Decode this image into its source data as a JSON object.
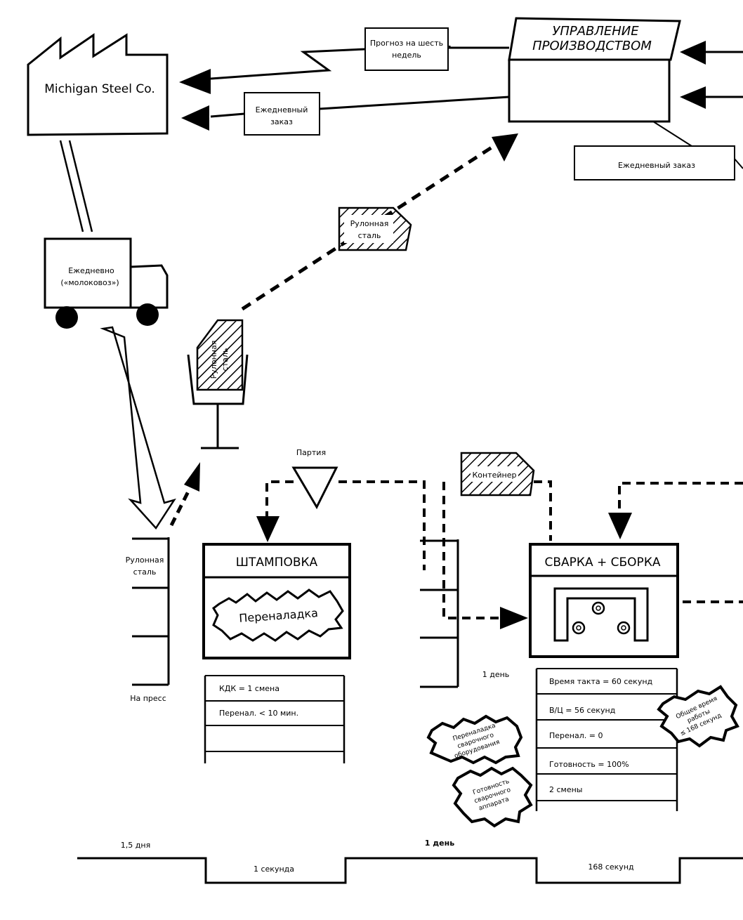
{
  "supplier": {
    "name": "Michigan Steel Co."
  },
  "production_control": {
    "title_line1": "УПРАВЛЕНИЕ",
    "title_line2": "ПРОИЗВОДСТВОМ"
  },
  "info_flows": {
    "forecast_line1": "Прогноз на шесть",
    "forecast_line2": "недель",
    "daily_order_supplier_line1": "Ежедневный",
    "daily_order_supplier_line2": "заказ",
    "daily_order_customer": "Ежедневный заказ"
  },
  "truck": {
    "line1": "Ежедневно",
    "line2": "(«молоковоз»)"
  },
  "kanban": {
    "withdrawal_label_line1": "Рулонная",
    "withdrawal_label_line2": "сталь",
    "post_label_line1": "Рулонная",
    "post_label_line2": "сталь",
    "batch_label": "Партия",
    "container_label": "Контейнер"
  },
  "supermarket_steel": {
    "top_label_line1": "Рулонная",
    "top_label_line2": "сталь",
    "bottom_label": "На пресс"
  },
  "stamping": {
    "title": "ШТАМПОВКА",
    "kaizen": "Переналадка",
    "data": [
      "КДК = 1 смена",
      "Перенал. < 10 мин.",
      "",
      ""
    ]
  },
  "welding": {
    "title": "СВАРКА + СБОРКА",
    "data": [
      "Время такта = 60 секунд",
      "В/Ц = 56 секунд",
      "Перенал. = 0",
      "Готовность = 100%",
      "2 смены"
    ]
  },
  "inventory_between": {
    "label": "1 день"
  },
  "kaizen_bursts": {
    "welding_changeover_line1": "Переналадка",
    "welding_changeover_line2": "сварочного",
    "welding_changeover_line3": "оборудования",
    "welding_uptime_line1": "Готовность",
    "welding_uptime_line2": "сварочного",
    "welding_uptime_line3": "аппарата",
    "total_time_line1": "Общее время",
    "total_time_line2": "работы",
    "total_time_line3": "≤ 168 секунд"
  },
  "timeline": {
    "lead_1": "1,5 дня",
    "lead_2": "1 день",
    "process_1": "1 секунда",
    "process_2": "168 секунд"
  }
}
